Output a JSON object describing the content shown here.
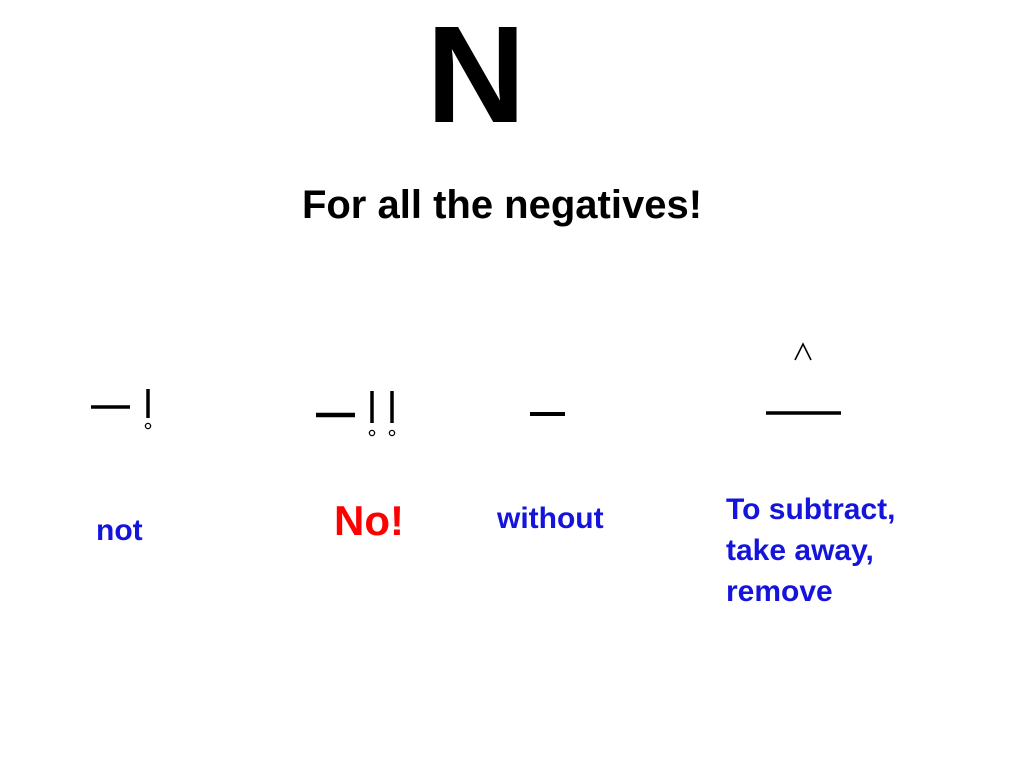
{
  "slide": {
    "title_letter": "N",
    "subtitle": "For all the negatives!"
  },
  "entries": [
    {
      "symbol_icon": "bar-exclamation-icon",
      "meaning": "not",
      "color": "#1414dc"
    },
    {
      "symbol_icon": "bar-double-exclamation-icon",
      "meaning": "No!",
      "color": "#ff0000"
    },
    {
      "symbol_icon": "short-bar-icon",
      "meaning": "without",
      "color": "#1414dc"
    },
    {
      "symbol_icon": "caret-over-bar-icon",
      "meaning": "To subtract,\ntake away,\nremove",
      "color": "#1414dc"
    }
  ]
}
